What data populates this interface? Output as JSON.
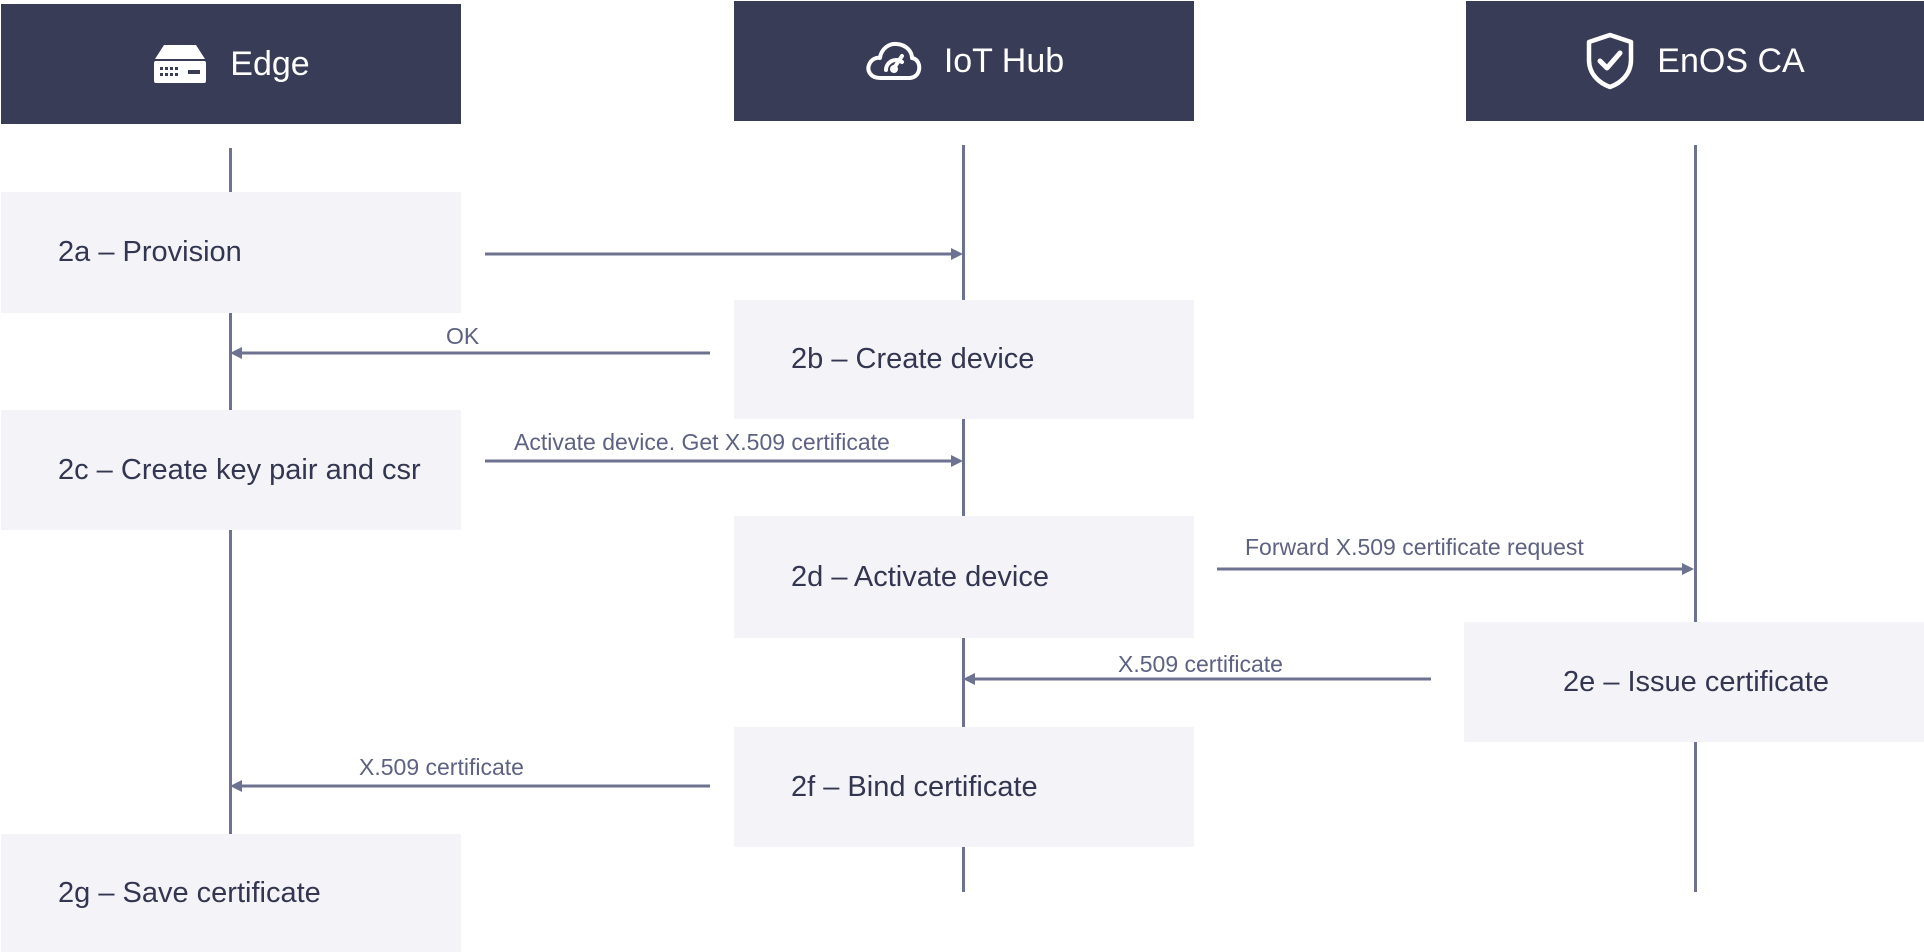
{
  "participants": {
    "edge": {
      "label": "Edge",
      "icon": "server-icon"
    },
    "hub": {
      "label": "IoT Hub",
      "icon": "cloud-gauge-icon"
    },
    "ca": {
      "label": "EnOS CA",
      "icon": "shield-check-icon"
    }
  },
  "steps": {
    "s2a": "2a – Provision",
    "s2b": "2b – Create device",
    "s2c": "2c – Create key pair and csr",
    "s2d": "2d – Activate device",
    "s2e": "2e – Issue certificate",
    "s2f": "2f – Bind certificate",
    "s2g": "2g – Save certificate"
  },
  "messages": {
    "ok": "OK",
    "activate": "Activate device.  Get X.509 certificate",
    "forward": "Forward X.509 certificate request",
    "cert_ca_hub": "X.509 certificate",
    "cert_hub_edge": "X.509 certificate"
  },
  "colors": {
    "header_bg": "#393c57",
    "step_bg": "#f4f4f8",
    "line": "#6d7290",
    "text": "#333650"
  }
}
